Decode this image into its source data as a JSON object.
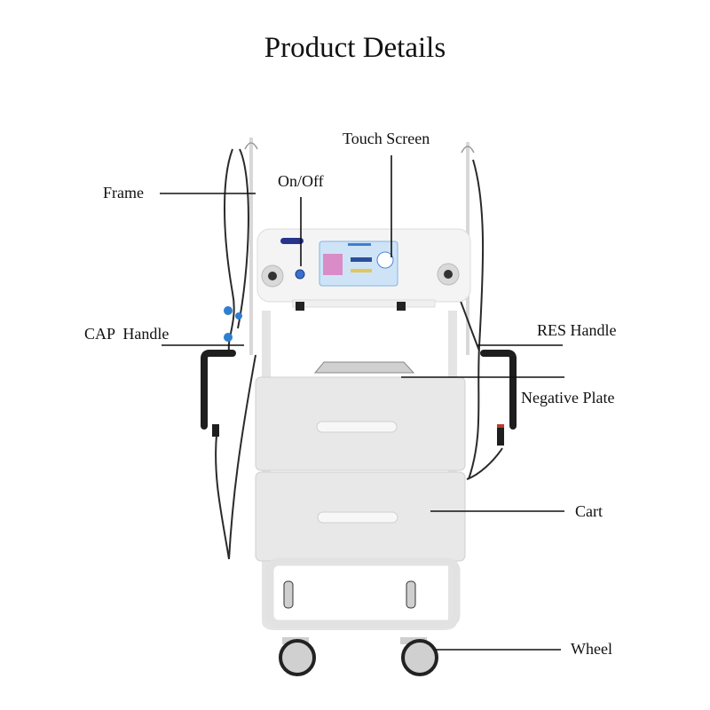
{
  "title": "Product Details",
  "labels": {
    "frame": "Frame",
    "on_off": "On/Off",
    "touch_screen": "Touch Screen",
    "cap_handle": "CAP  Handle",
    "res_handle": "RES Handle",
    "negative_plate": "Negative Plate",
    "cart": "Cart",
    "wheel": "Wheel"
  },
  "colors": {
    "background": "#ffffff",
    "leader_line": "#111111",
    "body_white": "#f2f2f2",
    "drawer": "#e6e6e6",
    "cable": "#2a2a2a",
    "screen_blue": "#6aa9df",
    "cap_connector_blue": "#2f7fd0",
    "res_ring_red": "#c0392b"
  }
}
